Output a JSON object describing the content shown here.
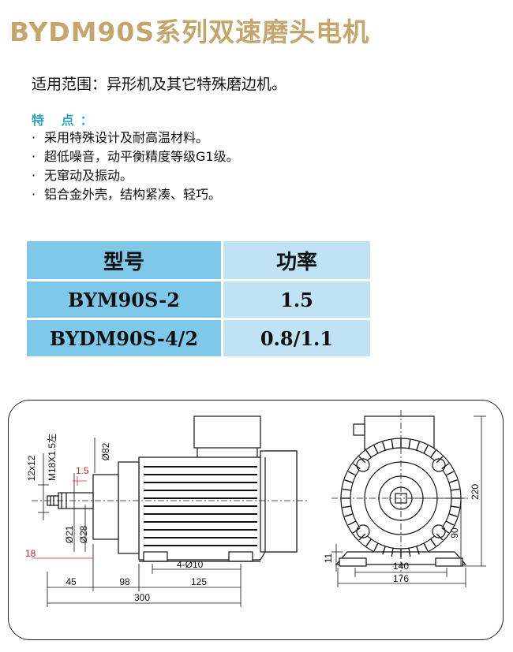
{
  "title": "BYDM90S系列双速磨头电机",
  "scope": "适用范围：异形机及其它特殊磨边机。",
  "features_heading": "特 点：",
  "features": [
    "采用特殊设计及耐高温材料。",
    "超低噪音，动平衡精度等级G1级。",
    "无窜动及振动。",
    "铝合金外壳，结构紧凑、轻巧。"
  ],
  "table": {
    "headers": [
      "型号",
      "功率"
    ],
    "rows": [
      [
        "BYM90S-2",
        "1.5"
      ],
      [
        "BYDM90S-4/2",
        "0.8/1.1"
      ]
    ]
  },
  "drawing": {
    "dims": {
      "d12x12": "12x12",
      "thread": "M18X1.5左",
      "d1_5": "1.5",
      "d82": "Ø82",
      "d21": "Ø21",
      "d28": "Ø28",
      "d18": "18",
      "d4_10": "4-Ø10",
      "d45": "45",
      "d98": "98",
      "d125": "125",
      "d300": "300",
      "d220": "220",
      "d90": "90",
      "d11": "11",
      "d140": "140",
      "d176": "176"
    }
  },
  "colors": {
    "title": "#c4a56c",
    "features_heading": "#2aa8c8",
    "table_dark": "#7ec8ea",
    "table_light": "#bfe2f4",
    "dim_red": "#e02020"
  }
}
